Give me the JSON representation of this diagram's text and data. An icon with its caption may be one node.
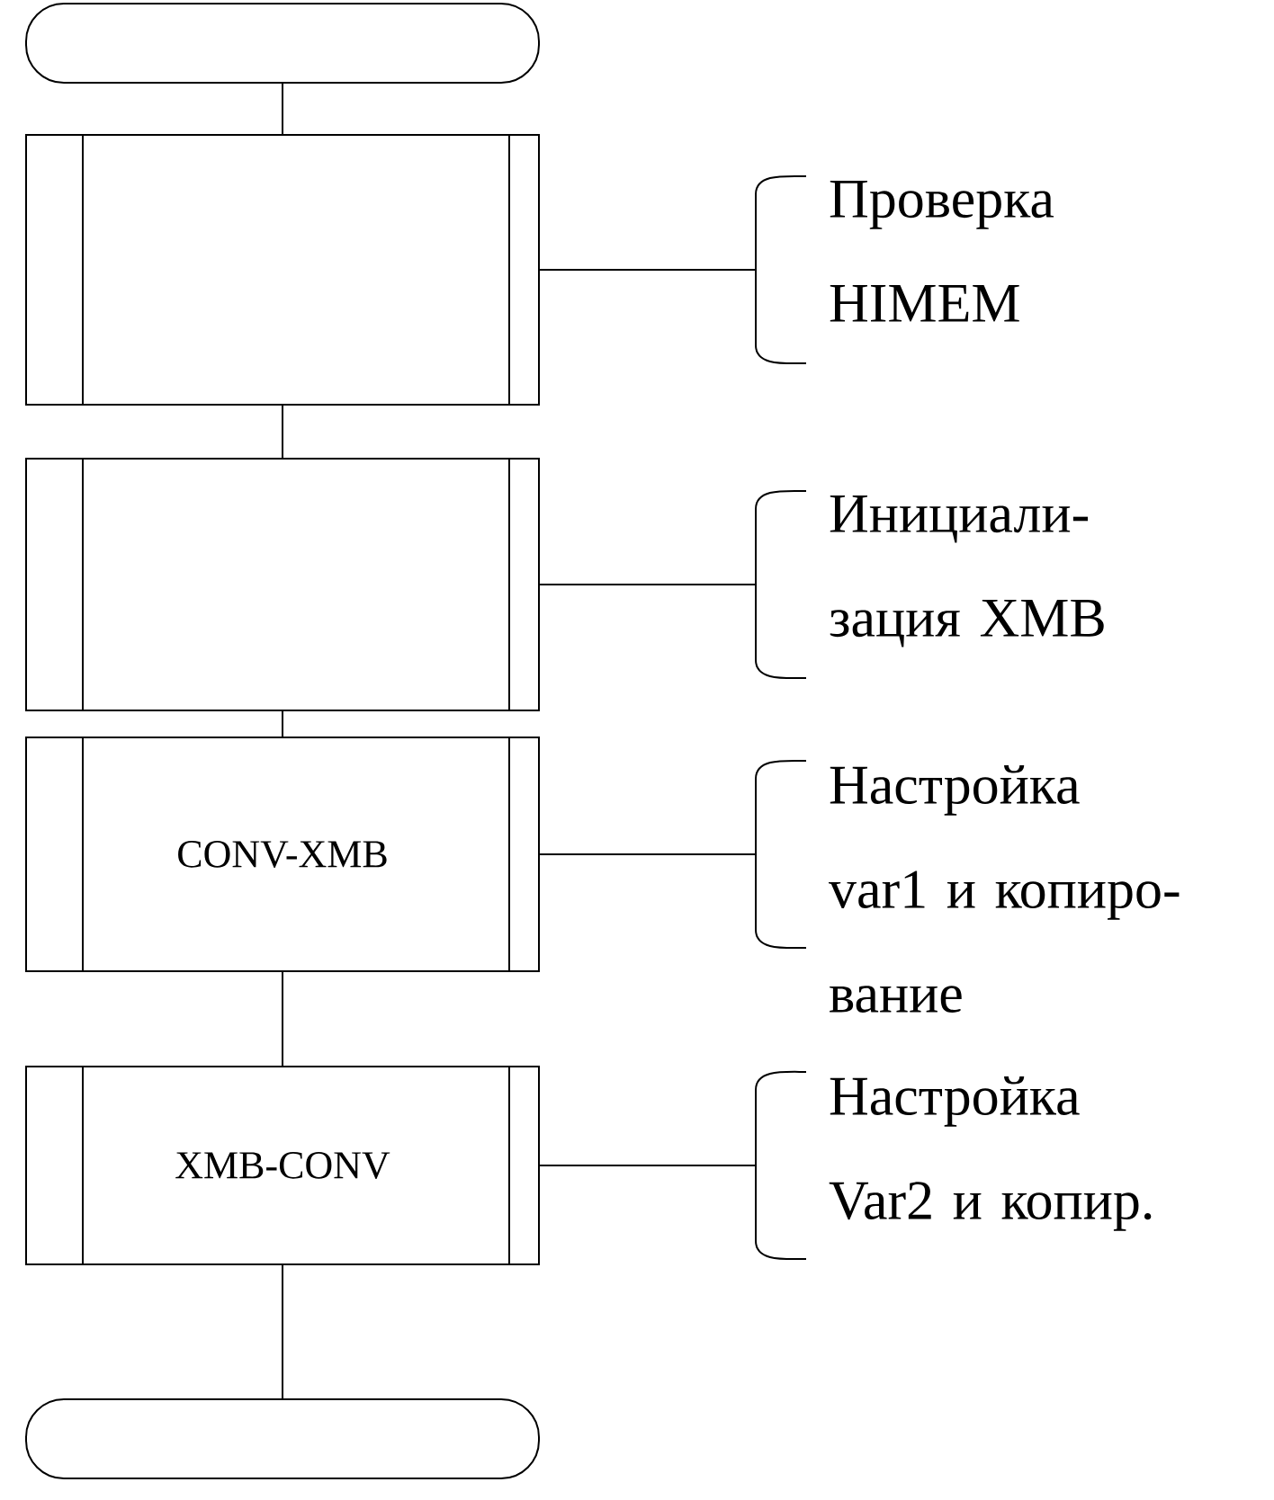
{
  "diagram": {
    "nodes": [
      {
        "text": [],
        "shape": "terminal"
      },
      {
        "text": [],
        "shape": "box"
      },
      {
        "text": [
          "Проверка HIMEM"
        ]
      },
      {
        "text": [],
        "shape": "box"
      },
      {
        "text": [
          "Инициали- зация XMB"
        ]
      },
      {
        "text": [
          "CONV-XMB"
        ]
      },
      {
        "text": [
          "Настройка var1 и копиро- вание"
        ]
      },
      {
        "text": [
          "XMB-CONV"
        ]
      },
      {
        "text": [
          "Настройка Var2 и копир."
        ]
      },
      {
        "text": [],
        "shape": "terminal"
      }
    ],
    "edges": [
      {
        "from": 0,
        "to": 1,
        "arrow": "none"
      },
      {
        "from": 1,
        "to": 3,
        "arrow": "none"
      },
      {
        "from": 3,
        "to": 5,
        "arrow": "none"
      },
      {
        "from": 5,
        "to": 7,
        "arrow": "none"
      },
      {
        "from": 7,
        "to": 9,
        "arrow": "none"
      },
      {
        "from": 1,
        "to": 2,
        "arrow": "none"
      },
      {
        "from": 3,
        "to": 4,
        "arrow": "none"
      },
      {
        "from": 5,
        "to": 6,
        "arrow": "none"
      },
      {
        "from": 7,
        "to": 8,
        "arrow": "none"
      }
    ]
  }
}
